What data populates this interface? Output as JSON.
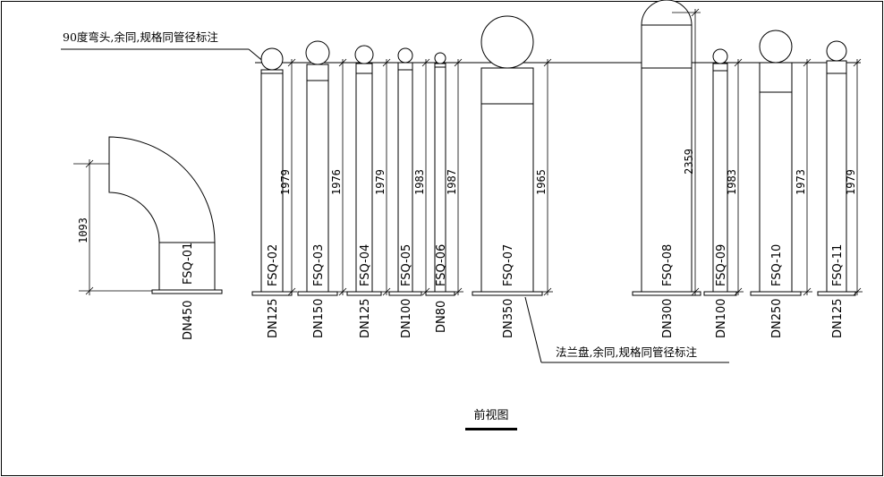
{
  "annotations": {
    "elbow_note": "90度弯头,余同,规格同管径标注",
    "flange_note": "法兰盘,余同,规格同管径标注"
  },
  "caption": "前视图",
  "elbow": {
    "tag": "FSQ-01",
    "size": "DN450",
    "height": "1093"
  },
  "pipes": [
    {
      "tag": "FSQ-02",
      "size": "DN125",
      "height": "1979"
    },
    {
      "tag": "FSQ-03",
      "size": "DN150",
      "height": "1976"
    },
    {
      "tag": "FSQ-04",
      "size": "DN125",
      "height": "1979"
    },
    {
      "tag": "FSQ-05",
      "size": "DN100",
      "height": "1983"
    },
    {
      "tag": "FSQ-06",
      "size": "DN80",
      "height": "1987"
    },
    {
      "tag": "FSQ-07",
      "size": "DN350",
      "height": "1965"
    },
    {
      "tag": "FSQ-08",
      "size": "DN300",
      "height": "2359"
    },
    {
      "tag": "FSQ-09",
      "size": "DN100",
      "height": "1983"
    },
    {
      "tag": "FSQ-10",
      "size": "DN250",
      "height": "1973"
    },
    {
      "tag": "FSQ-11",
      "size": "DN125",
      "height": "1979"
    }
  ]
}
